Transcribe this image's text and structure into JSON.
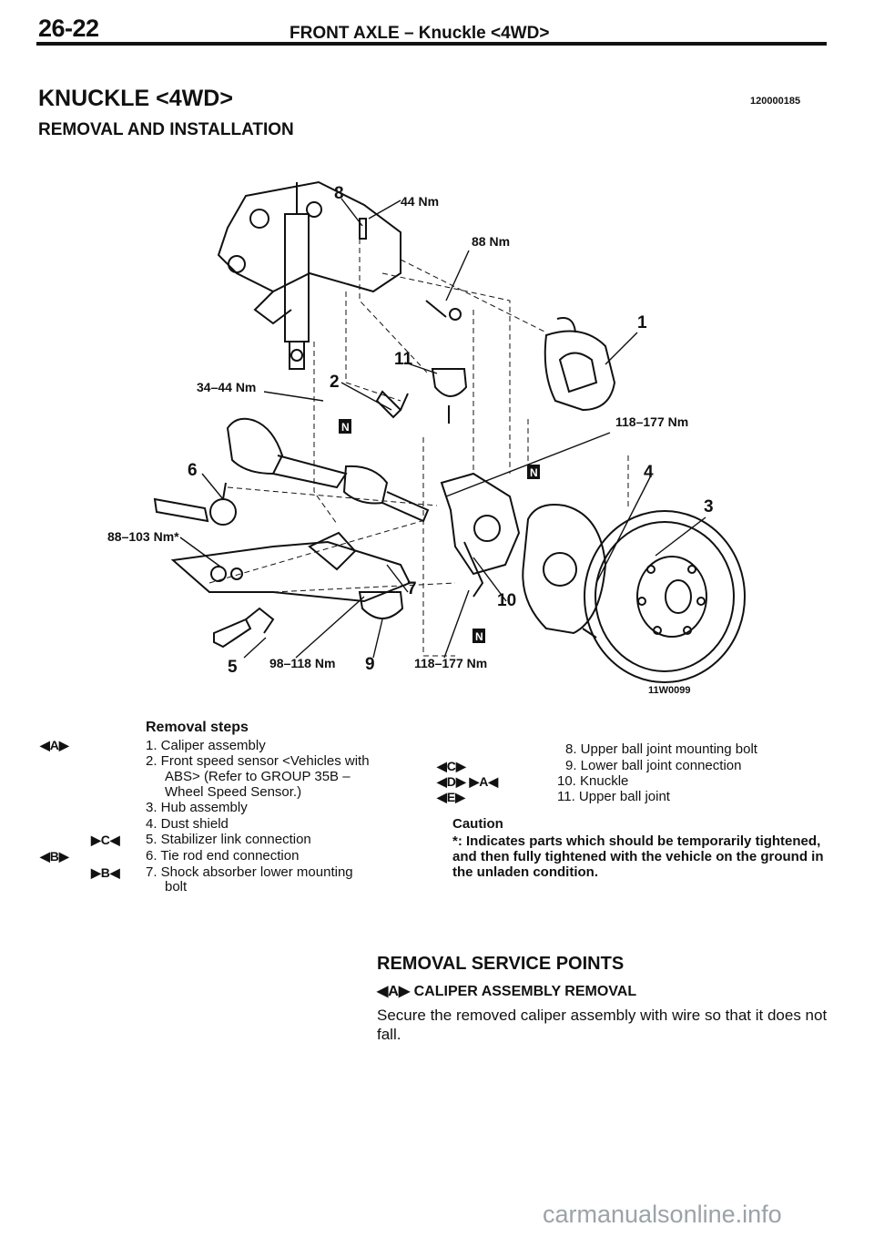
{
  "header": {
    "page_number": "26-22",
    "title": "FRONT AXLE – Knuckle <4WD>"
  },
  "section": {
    "title": "KNUCKLE <4WD>",
    "code": "120000185",
    "subtitle": "REMOVAL AND INSTALLATION"
  },
  "figure": {
    "code": "11W0099",
    "callouts": [
      "1",
      "2",
      "3",
      "4",
      "5",
      "6",
      "7",
      "8",
      "9",
      "10",
      "11"
    ],
    "torques": {
      "t44": "44 Nm",
      "t88": "88 Nm",
      "t34": "34–44 Nm",
      "t118a": "118–177 Nm",
      "t88103": "88–103 Nm*",
      "t98": "98–118 Nm",
      "t118b": "118–177 Nm"
    },
    "new_part_mark": "N"
  },
  "removal_steps": {
    "heading": "Removal steps",
    "left_marks": [
      "◀A▶",
      "",
      "",
      "",
      "",
      "▶C◀",
      "◀B▶",
      "▶B◀",
      ""
    ],
    "left_items": [
      "1. Caliper assembly",
      "2. Front speed sensor <Vehicles with",
      "ABS> (Refer to GROUP 35B –",
      "Wheel Speed Sensor.)",
      "3. Hub assembly",
      "4. Dust shield",
      "5. Stabilizer link connection",
      "6. Tie rod end connection",
      "7. Shock absorber lower mounting",
      "bolt"
    ],
    "right_marks": [
      "",
      "◀C▶",
      "◀D▶  ▶A◀",
      "◀E▶"
    ],
    "right_items": [
      "8. Upper ball joint mounting bolt",
      "9. Lower ball joint connection",
      "10. Knuckle",
      "11. Upper ball joint"
    ]
  },
  "caution": {
    "heading": "Caution",
    "text": "*: Indicates parts which should be temporarily tightened, and then fully tightened with the vehicle on the ground in the unladen condition."
  },
  "service_points": {
    "title": "REMOVAL SERVICE POINTS",
    "subtitle": "◀A▶ CALIPER ASSEMBLY REMOVAL",
    "body": "Secure the removed caliper assembly with wire so that it does not fall."
  },
  "watermark": "carmanualsonline.info"
}
